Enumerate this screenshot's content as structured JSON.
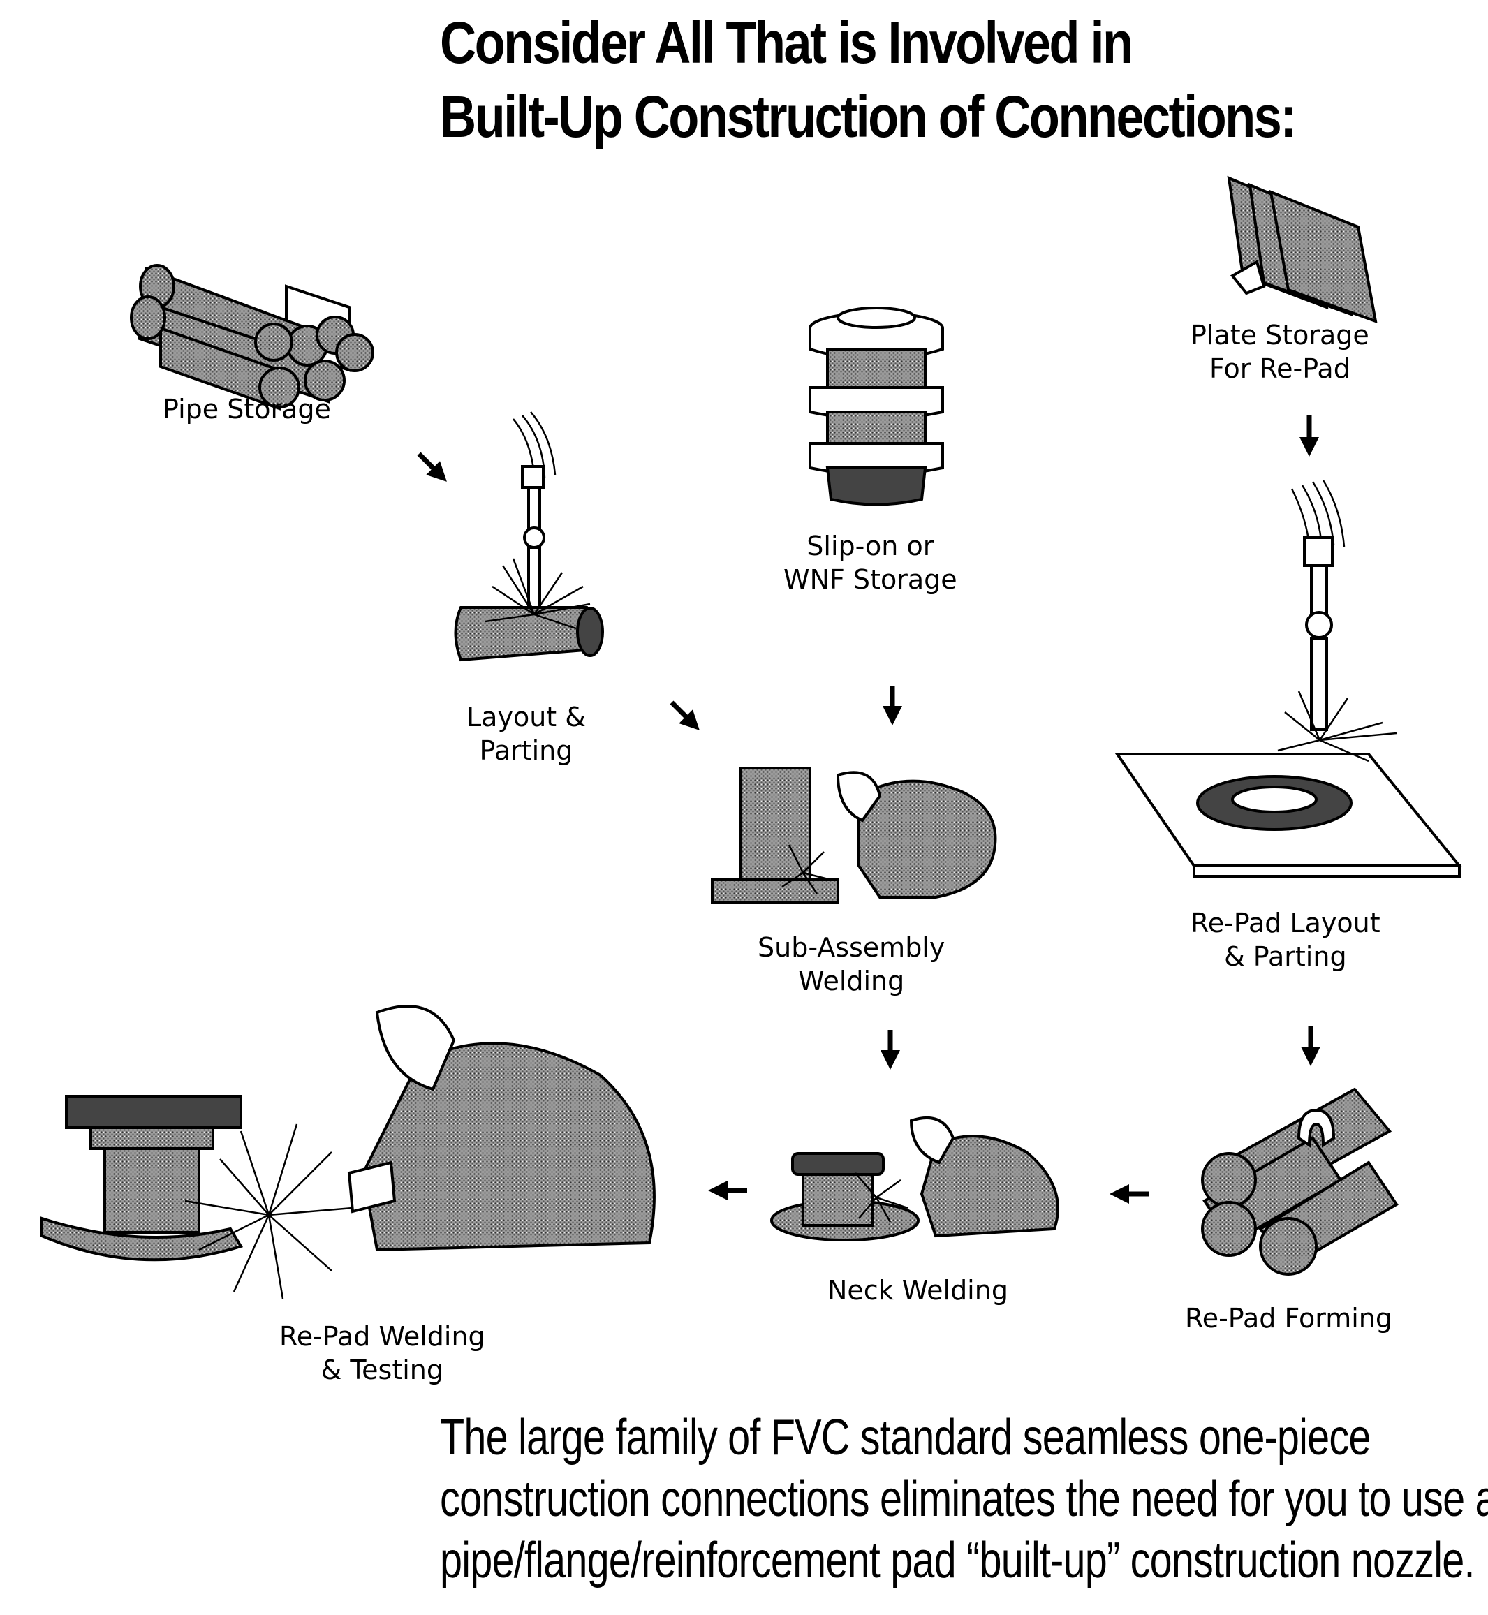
{
  "title": {
    "line1": "Consider All That is Involved in",
    "line2": "Built-Up Construction of Connections:"
  },
  "steps": {
    "pipe_storage": "Pipe Storage",
    "layout_parting": [
      "Layout &",
      "Parting"
    ],
    "slipon_storage": [
      "Slip-on or",
      "WNF Storage"
    ],
    "plate_storage": [
      "Plate Storage",
      "For Re-Pad"
    ],
    "subassembly": [
      "Sub-Assembly",
      "Welding"
    ],
    "repad_layout": [
      "Re-Pad Layout",
      "& Parting"
    ],
    "repad_welding": [
      "Re-Pad Welding",
      "& Testing"
    ],
    "neck_welding": "Neck Welding",
    "repad_forming": "Re-Pad Forming"
  },
  "body": [
    "The large family of FVC standard seamless one-piece",
    "construction connections eliminates the need for you to use a",
    "pipe/flange/reinforcement pad “built-up” construction nozzle."
  ],
  "icons": {
    "arrow": "arrow-icon",
    "pipes": "pipe-bundle-icon",
    "torch": "cutting-torch-icon",
    "flanges": "flange-stack-icon",
    "plates": "plate-stack-icon",
    "welder": "welder-icon"
  }
}
